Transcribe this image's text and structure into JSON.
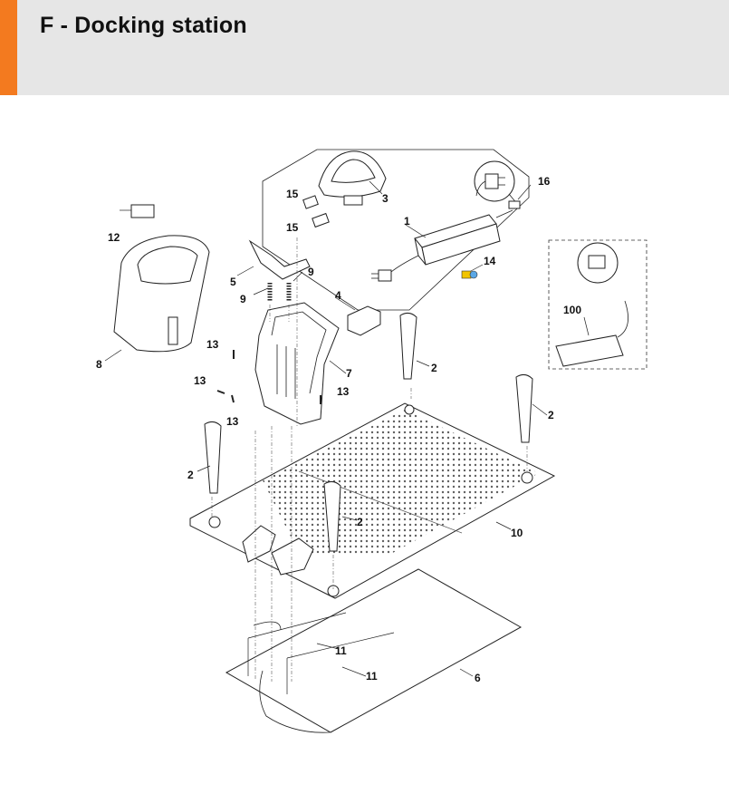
{
  "header": {
    "title": "F - Docking station",
    "accent_color": "#f37a1f",
    "band_color": "#e6e6e6"
  },
  "diagram": {
    "icons": [
      "power-supply-icon",
      "mains-plug-icon",
      "hood-icon",
      "base-plate-icon",
      "spike-icon",
      "lubricant-icon"
    ],
    "labels": {
      "l1": "1",
      "l2a": "2",
      "l2b": "2",
      "l2c": "2",
      "l2d": "2",
      "l3": "3",
      "l4": "4",
      "l5": "5",
      "l6": "6",
      "l7": "7",
      "l8": "8",
      "l9a": "9",
      "l9b": "9",
      "l10": "10",
      "l11a": "11",
      "l11b": "11",
      "l12": "12",
      "l13a": "13",
      "l13b": "13",
      "l13c": "13",
      "l13d": "13",
      "l14": "14",
      "l15a": "15",
      "l15b": "15",
      "l16": "16",
      "l100": "100"
    }
  }
}
